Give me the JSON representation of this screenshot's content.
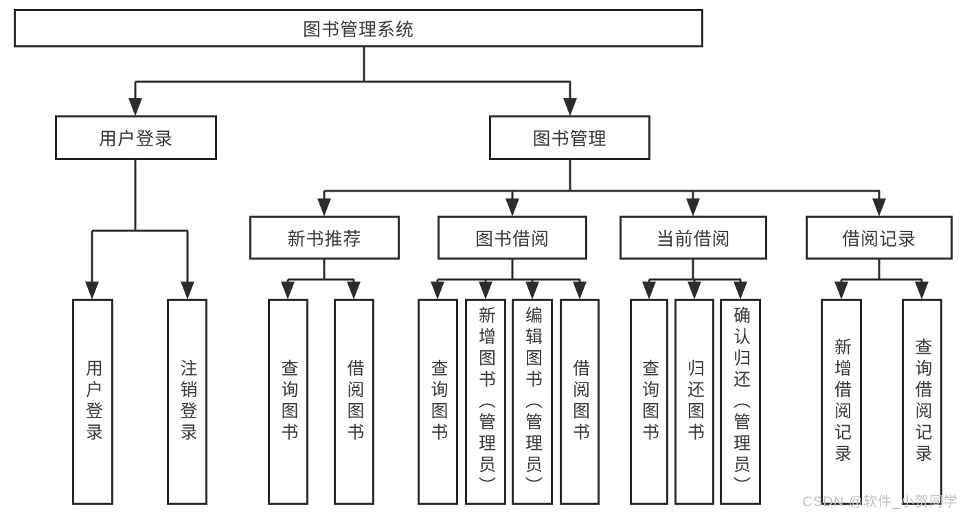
{
  "diagram": {
    "title": "图书管理系统",
    "children": [
      {
        "label": "用户登录",
        "children": [
          {
            "label": "用户登录"
          },
          {
            "label": "注销登录"
          }
        ]
      },
      {
        "label": "图书管理",
        "children": [
          {
            "label": "新书推荐",
            "children": [
              {
                "label": "查询图书"
              },
              {
                "label": "借阅图书"
              }
            ]
          },
          {
            "label": "图书借阅",
            "children": [
              {
                "label": "查询图书"
              },
              {
                "label": "新增图书（管理员）"
              },
              {
                "label": "编辑图书（管理员）"
              },
              {
                "label": "借阅图书"
              }
            ]
          },
          {
            "label": "当前借阅",
            "children": [
              {
                "label": "查询图书"
              },
              {
                "label": "归还图书"
              },
              {
                "label": "确认归还（管理员）"
              }
            ]
          },
          {
            "label": "借阅记录",
            "children": [
              {
                "label": "新增借阅记录"
              },
              {
                "label": "查询借阅记录"
              }
            ]
          }
        ]
      }
    ]
  },
  "watermark": {
    "text": "CSDN @软件_小贺同学"
  },
  "colors": {
    "line": "#2c2c2c",
    "box_border": "#2a2a2a",
    "text": "#3a3a3a",
    "watermark": "#c0c0c0",
    "background": "#ffffff"
  }
}
